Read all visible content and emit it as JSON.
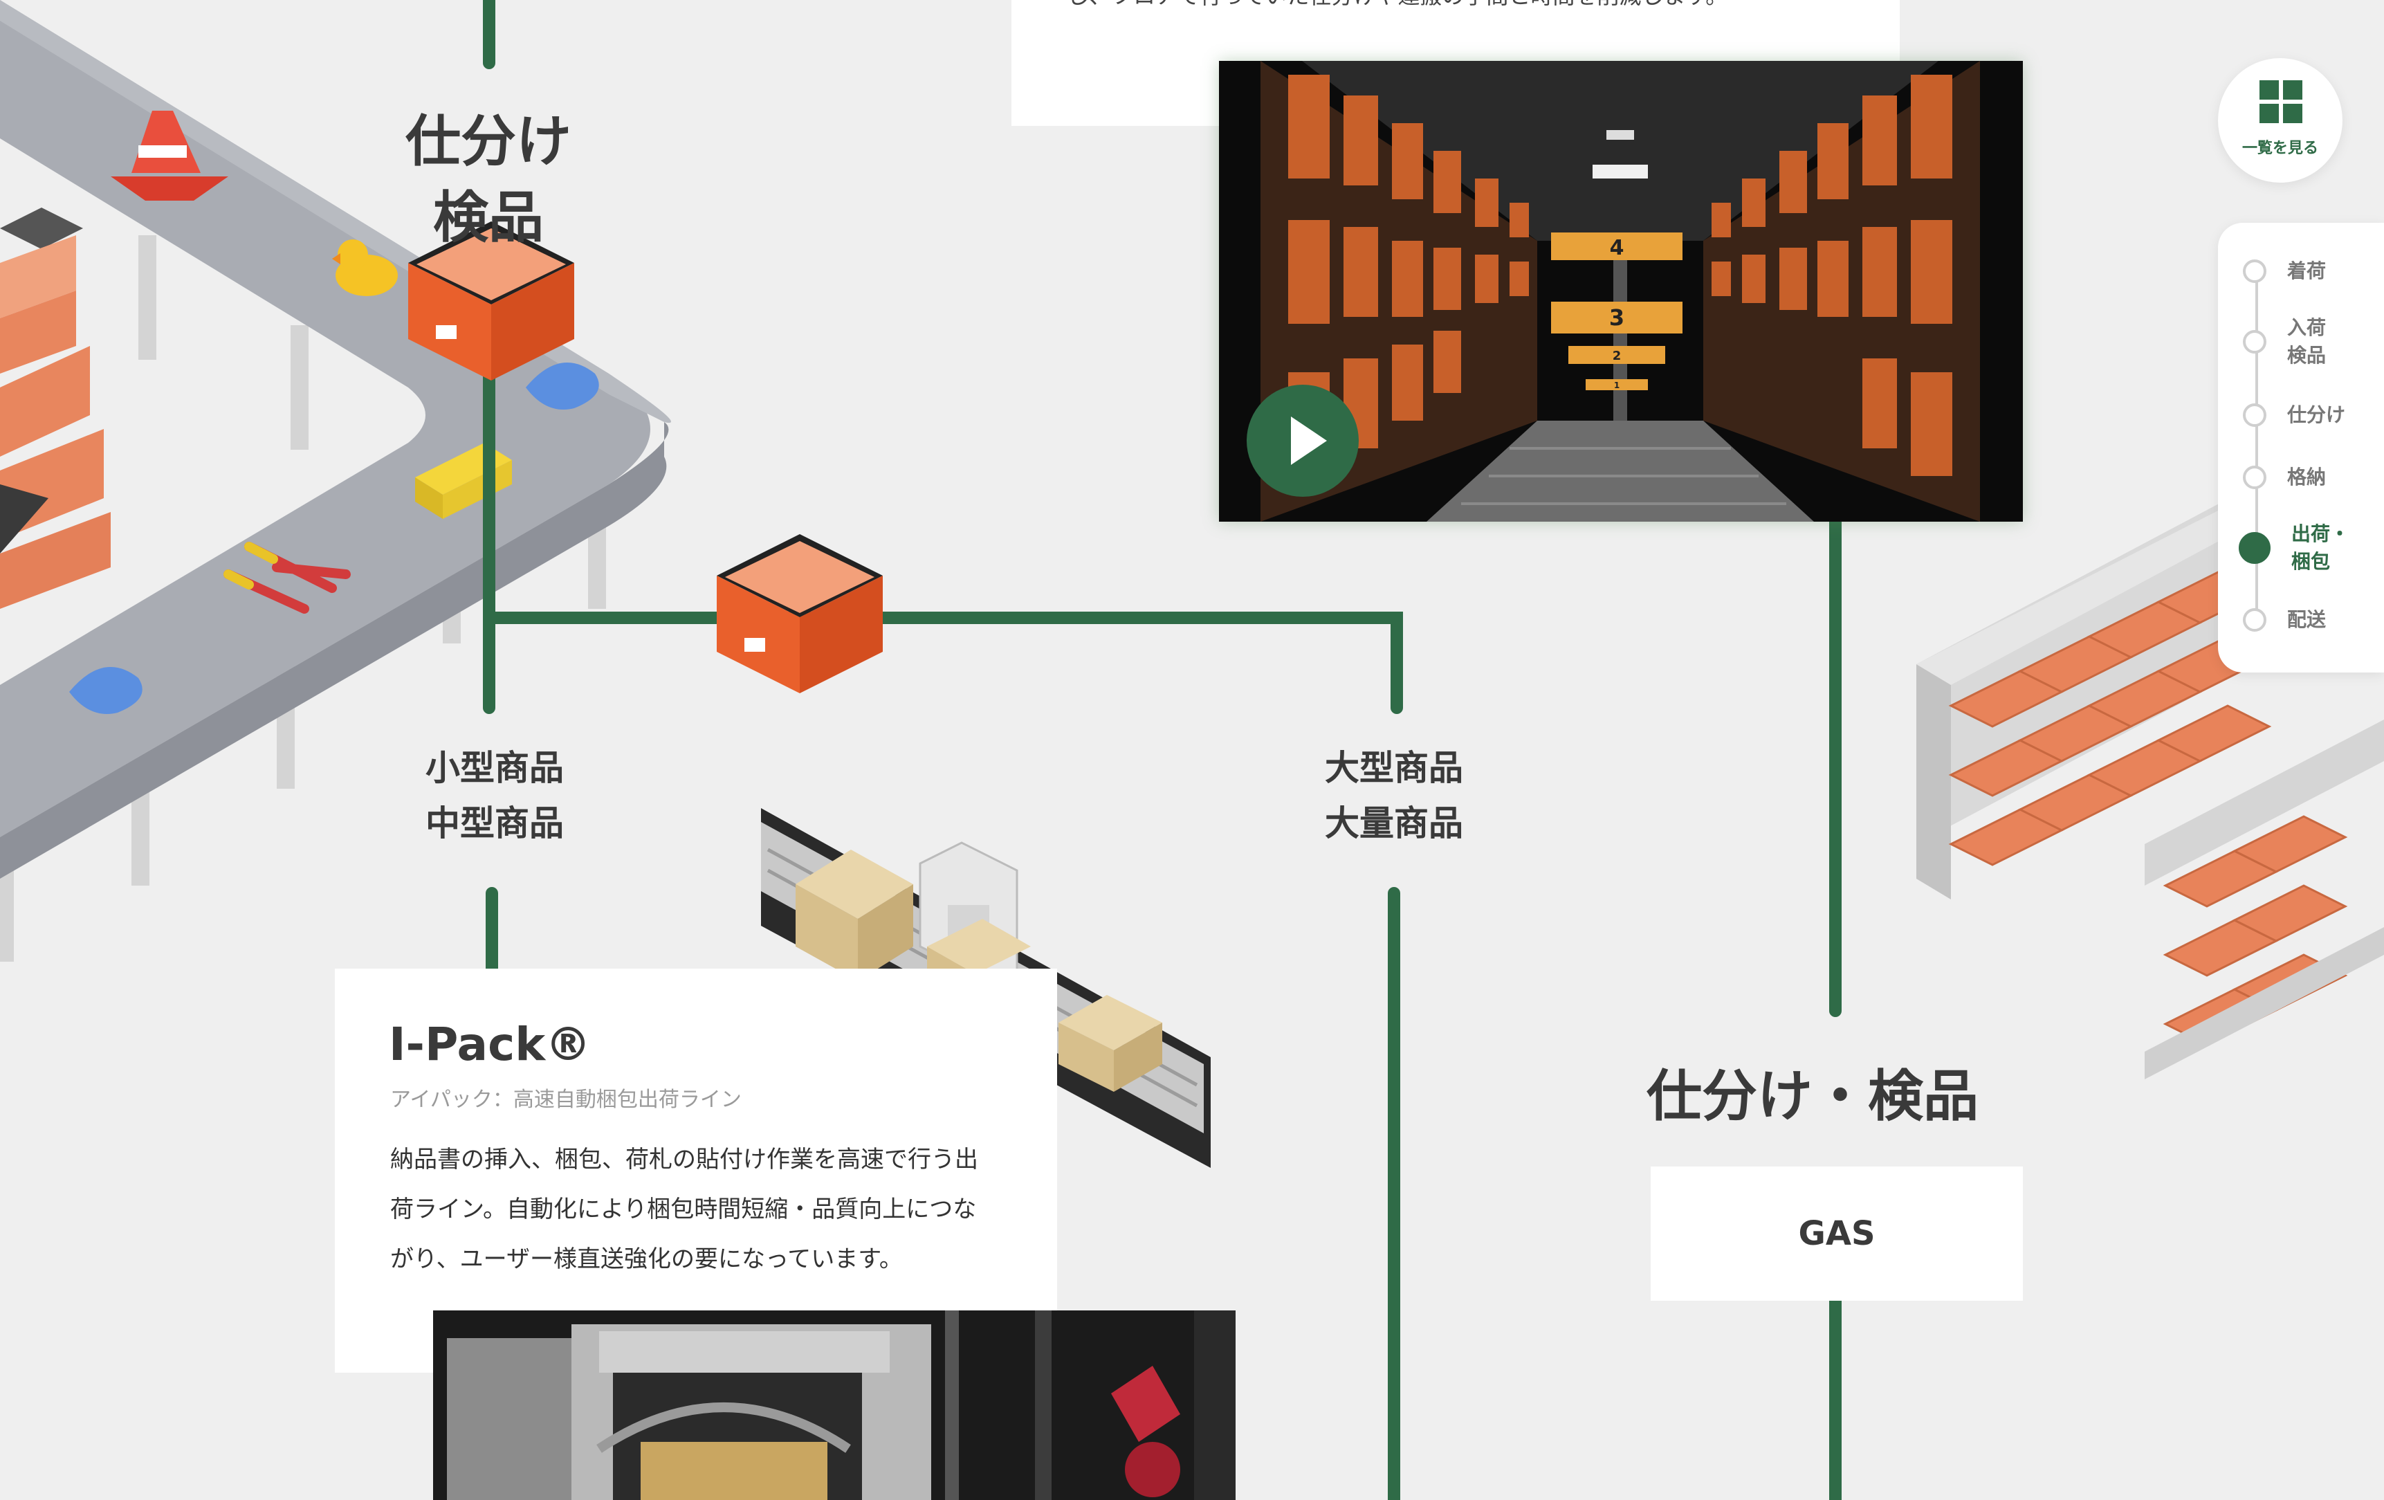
{
  "top_card": {
    "text": "し、フロアで行っていた仕分けや運搬の手間と時間を削減します。"
  },
  "flow": {
    "sort_inspect_top": "仕分け\n検品",
    "small_medium": "小型商品\n中型商品",
    "large_bulk": "大型商品\n大量商品",
    "sort_inspect_right": "仕分け・検品"
  },
  "ipack": {
    "title": "I-Pack®",
    "subtitle": "アイパック：高速自動梱包出荷ライン",
    "description": "納品書の挿入、梱包、荷札の貼付け作業を高速で行う出荷ライン。自動化により梱包時間短縮・品質向上につながり、ユーザー様直送強化の要になっています。"
  },
  "gas": {
    "label": "GAS"
  },
  "video": {
    "shelf_numbers": [
      "4",
      "3",
      "2",
      "1"
    ]
  },
  "grid_button": {
    "label": "一覧を見る",
    "icon": "grid-icon"
  },
  "nav": {
    "items": [
      {
        "label": "着荷",
        "active": false
      },
      {
        "label": "入荷\n検品",
        "active": false
      },
      {
        "label": "仕分け",
        "active": false
      },
      {
        "label": "格納",
        "active": false
      },
      {
        "label": "出荷・\n梱包",
        "active": true
      },
      {
        "label": "配送",
        "active": false
      }
    ]
  },
  "colors": {
    "accent": "#2f6b47",
    "box_orange": "#e9602c",
    "background": "#efefef"
  }
}
